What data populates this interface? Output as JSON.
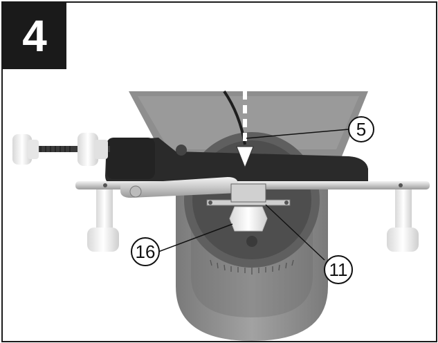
{
  "step": {
    "number": "4"
  },
  "callouts": [
    {
      "id": "callout-5",
      "label": "5"
    },
    {
      "id": "callout-16",
      "label": "16"
    },
    {
      "id": "callout-11",
      "label": "11"
    }
  ],
  "colors": {
    "frame": "#1a1a1a",
    "housing": "#8c8c8c",
    "housing_dark": "#6e6e6e",
    "bracket": "#2b2b2b",
    "metal": "#d9d9d9",
    "plastic": "#f0f0f0"
  }
}
